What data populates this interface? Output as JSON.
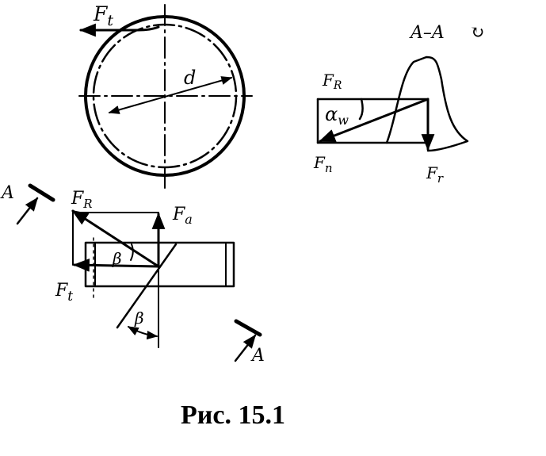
{
  "figure": {
    "caption": "Рис. 15.1"
  },
  "gear_view": {
    "tangential_force": {
      "symbol": "F",
      "sub": "t"
    },
    "diameter": "d"
  },
  "section": {
    "title": "A–A",
    "rotation_mark": "↻",
    "radial_resultant": {
      "symbol": "F",
      "sub": "R"
    },
    "pressure_angle": {
      "symbol": "α",
      "sub": "w"
    },
    "normal_force": {
      "symbol": "F",
      "sub": "n"
    },
    "radial_force": {
      "symbol": "F",
      "sub": "r"
    }
  },
  "top_view": {
    "section_mark": "A",
    "resultant": {
      "symbol": "F",
      "sub": "R"
    },
    "axial_force": {
      "symbol": "F",
      "sub": "a"
    },
    "helix_angle": "β",
    "tangential_force": {
      "symbol": "F",
      "sub": "t"
    }
  }
}
